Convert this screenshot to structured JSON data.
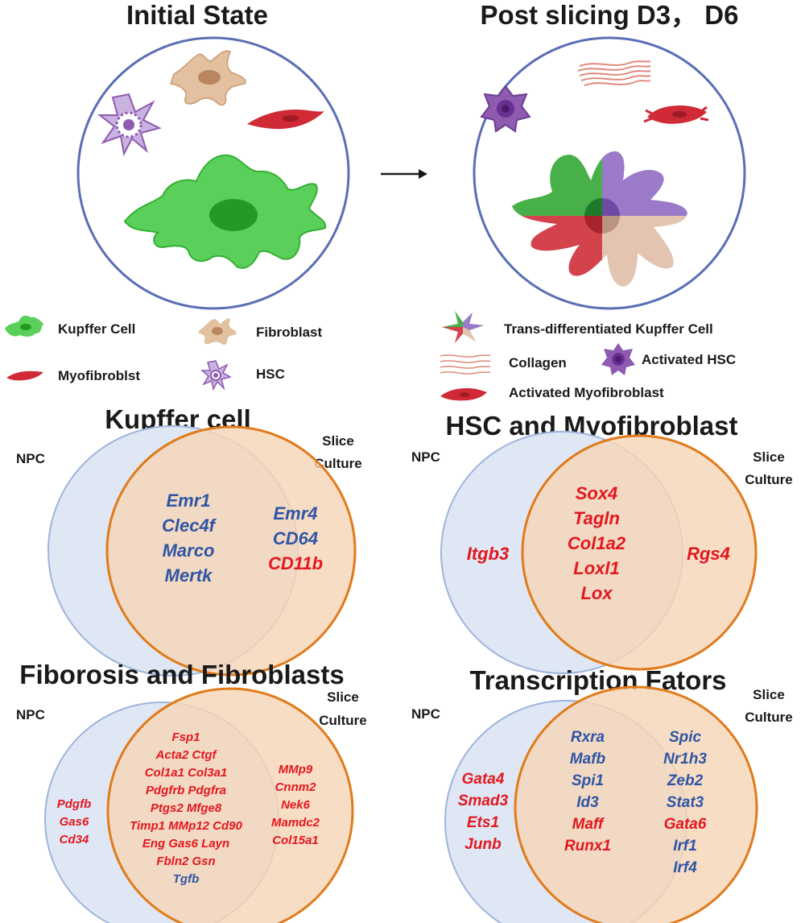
{
  "colors": {
    "blue_gene": "#2f55a4",
    "red_gene": "#e3171e",
    "npc_fill": "#dfe7f4",
    "npc_stroke": "#9fb4dc",
    "slice_fill": "#f6d5b8",
    "slice_stroke": "#e07b1b",
    "circle_stroke": "#5a6fb5",
    "kupffer_green": "#3ec73e",
    "myofibroblast_red": "#cf2a36",
    "fibroblast_tan": "#d9b08c",
    "hsc_purple": "#8e5bb0"
  },
  "top": {
    "initial_title": "Initial State",
    "post_title": "Post slicing D3， D6",
    "arrow_icon": "right-arrow",
    "legend_left": {
      "kupffer": "Kupffer Cell",
      "fibroblast": "Fibroblast",
      "myofibroblast": "Myofibroblst",
      "hsc": "HSC"
    },
    "legend_right": {
      "trans_kupffer": "Trans-differentiated Kupffer Cell",
      "collagen": "Collagen",
      "activated_hsc": "Activated HSC",
      "activated_myo": "Activated Myofibroblast"
    }
  },
  "venns": [
    {
      "id": "kupffer",
      "title": "Kupffer cell",
      "left_label": "NPC",
      "right_label": [
        "Slice",
        "Culture"
      ],
      "left_only": [],
      "overlap": [
        {
          "text": "Emr1",
          "color": "blue"
        },
        {
          "text": "Clec4f",
          "color": "blue"
        },
        {
          "text": "Marco",
          "color": "blue"
        },
        {
          "text": "Mertk",
          "color": "blue"
        }
      ],
      "right_only": [
        {
          "text": "Emr4",
          "color": "blue"
        },
        {
          "text": "CD64",
          "color": "blue"
        },
        {
          "text": "CD11b",
          "color": "red"
        }
      ]
    },
    {
      "id": "hsc",
      "title": "HSC and Myofibroblast",
      "left_label": "NPC",
      "right_label": [
        "Slice",
        "Culture"
      ],
      "left_only": [
        {
          "text": "Itgb3",
          "color": "red"
        }
      ],
      "overlap": [
        {
          "text": "Sox4",
          "color": "red"
        },
        {
          "text": "Tagln",
          "color": "red"
        },
        {
          "text": "Col1a2",
          "color": "red"
        },
        {
          "text": "Loxl1",
          "color": "red"
        },
        {
          "text": "Lox",
          "color": "red"
        }
      ],
      "right_only": [
        {
          "text": "Rgs4",
          "color": "red"
        }
      ]
    },
    {
      "id": "fibrosis",
      "title": "Fiborosis and Fibroblasts",
      "left_label": "NPC",
      "right_label": [
        "Slice",
        "Culture"
      ],
      "left_only": [
        {
          "text": "Pdgfb",
          "color": "red"
        },
        {
          "text": "Gas6",
          "color": "red"
        },
        {
          "text": "Cd34",
          "color": "red"
        }
      ],
      "overlap": [
        {
          "text": "Fsp1",
          "color": "red"
        },
        {
          "text": "Acta2 Ctgf",
          "color": "red"
        },
        {
          "text": "Col1a1  Col3a1",
          "color": "red"
        },
        {
          "text": "Pdgfrb  Pdgfra",
          "color": "red"
        },
        {
          "text": "Ptgs2  Mfge8",
          "color": "red"
        },
        {
          "text": "Timp1 MMp12 Cd90",
          "color": "red"
        },
        {
          "text": "Eng Gas6 Layn",
          "color": "red"
        },
        {
          "text": "Fbln2  Gsn",
          "color": "red"
        },
        {
          "text": "Tgfb",
          "color": "blue"
        }
      ],
      "right_only": [
        {
          "text": "MMp9",
          "color": "red"
        },
        {
          "text": "Cnnm2",
          "color": "red"
        },
        {
          "text": "Nek6",
          "color": "red"
        },
        {
          "text": "Mamdc2",
          "color": "red"
        },
        {
          "text": "Col15a1",
          "color": "red"
        }
      ]
    },
    {
      "id": "tf",
      "title": "Transcription Fators",
      "left_label": "NPC",
      "right_label": [
        "Slice",
        "Culture"
      ],
      "left_only": [
        {
          "text": "Gata4",
          "color": "red"
        },
        {
          "text": "Smad3",
          "color": "red"
        },
        {
          "text": "Ets1",
          "color": "red"
        },
        {
          "text": "Junb",
          "color": "red"
        }
      ],
      "overlap": [
        {
          "text": "Rxra",
          "color": "blue"
        },
        {
          "text": "Mafb",
          "color": "blue"
        },
        {
          "text": "Spi1",
          "color": "blue"
        },
        {
          "text": "Id3",
          "color": "blue"
        },
        {
          "text": "Maff",
          "color": "red"
        },
        {
          "text": "Runx1",
          "color": "red"
        }
      ],
      "right_only": [
        {
          "text": "Spic",
          "color": "blue"
        },
        {
          "text": "Nr1h3",
          "color": "blue"
        },
        {
          "text": "Zeb2",
          "color": "blue"
        },
        {
          "text": "Stat3",
          "color": "blue"
        },
        {
          "text": "Gata6",
          "color": "red"
        },
        {
          "text": "Irf1",
          "color": "blue"
        },
        {
          "text": "Irf4",
          "color": "blue"
        }
      ]
    }
  ]
}
